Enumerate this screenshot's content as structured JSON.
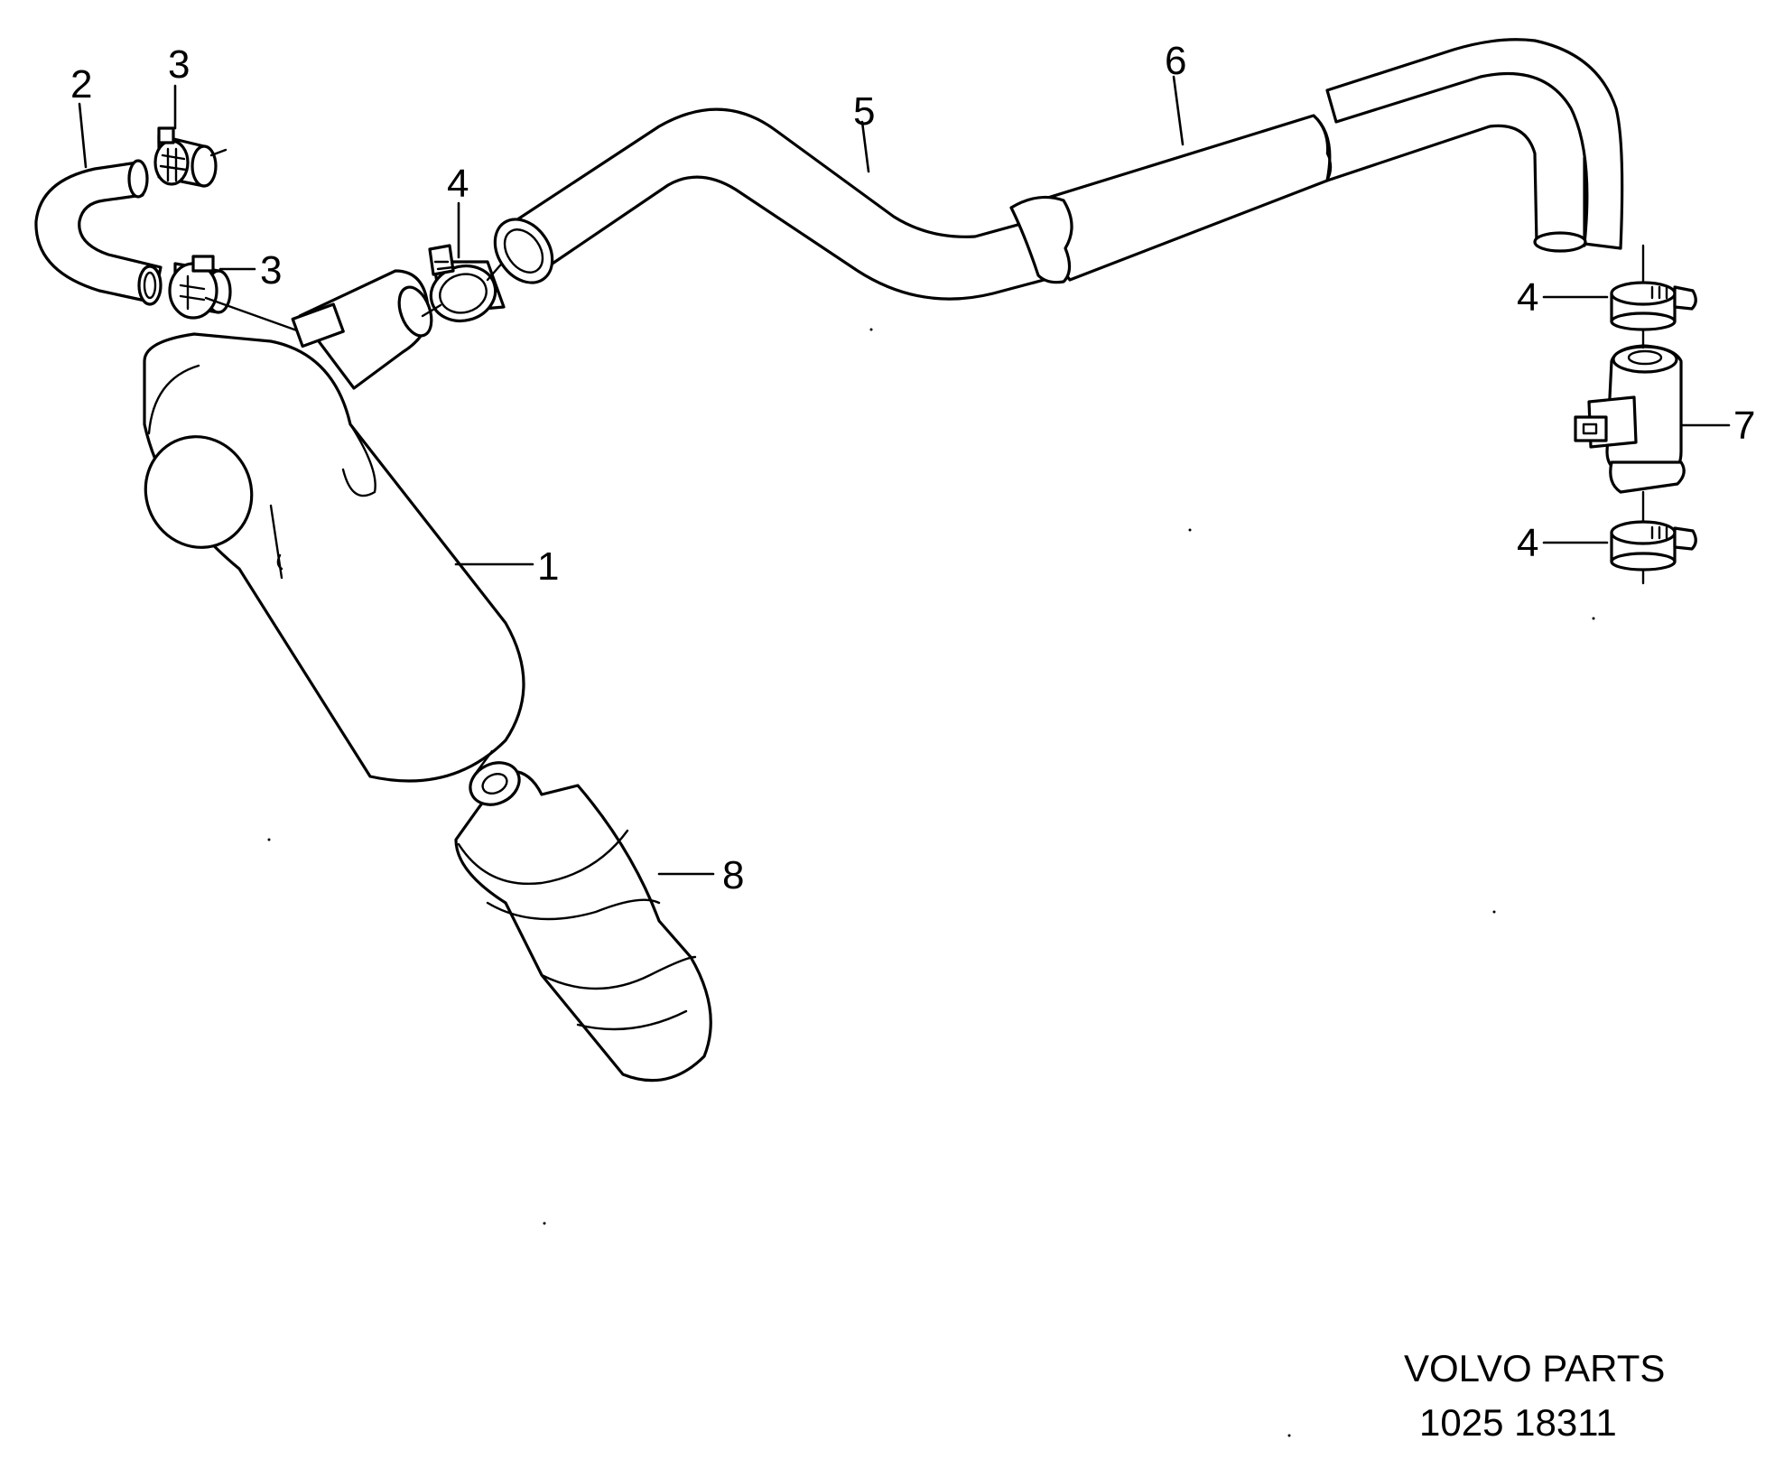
{
  "diagram": {
    "callouts": [
      "1",
      "2",
      "3",
      "3",
      "4",
      "4",
      "4",
      "5",
      "6",
      "7",
      "8"
    ],
    "footer": {
      "brand": "VOLVO PARTS",
      "code": "1025  18311"
    }
  }
}
